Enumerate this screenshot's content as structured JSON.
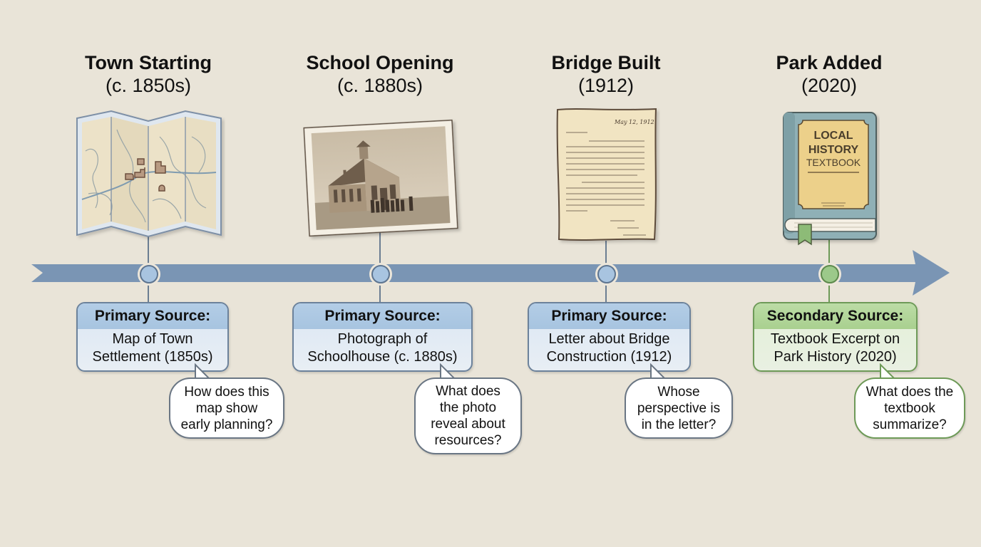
{
  "timeline": {
    "colors": {
      "background": "#e9e4d8",
      "bar": "#7a95b4",
      "primary": "#a8c4e0",
      "secondary": "#a9d08f"
    },
    "events": [
      {
        "title": "Town Starting",
        "date": "(c. 1850s)",
        "artifact": "folded-map",
        "source_type": "Primary Source:",
        "source_desc_1": "Map of Town",
        "source_desc_2": "Settlement (1850s)",
        "question_1": "How does this",
        "question_2": "map show",
        "question_3": "early planning?"
      },
      {
        "title": "School Opening",
        "date": "(c. 1880s)",
        "artifact": "schoolhouse-photograph",
        "source_type": "Primary Source:",
        "source_desc_1": "Photograph of",
        "source_desc_2": "Schoolhouse (c. 1880s)",
        "question_1": "What does",
        "question_2": "the photo",
        "question_3": "reveal about",
        "question_4": "resources?"
      },
      {
        "title": "Bridge Built",
        "date": "(1912)",
        "artifact": "handwritten-letter",
        "letter_date": "May 12, 1912",
        "source_type": "Primary Source:",
        "source_desc_1": "Letter about Bridge",
        "source_desc_2": "Construction (1912)",
        "question_1": "Whose",
        "question_2": "perspective is",
        "question_3": "in the letter?"
      },
      {
        "title": "Park Added",
        "date": "(2020)",
        "artifact": "textbook",
        "book_line_1": "LOCAL",
        "book_line_2": "HISTORY",
        "book_line_3": "TEXTBOOK",
        "source_type": "Secondary Source:",
        "source_desc_1": "Textbook Excerpt on",
        "source_desc_2": "Park History (2020)",
        "question_1": "What does the",
        "question_2": "textbook",
        "question_3": "summarize?"
      }
    ]
  }
}
